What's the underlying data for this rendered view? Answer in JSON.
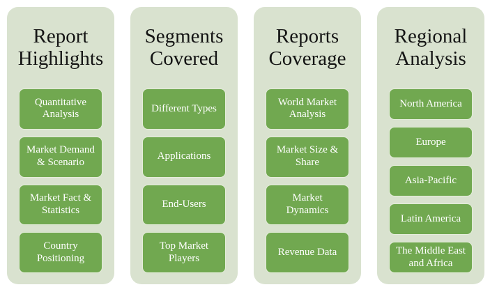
{
  "colors": {
    "page_background": "#ffffff",
    "panel_background": "#d9e2cf",
    "box_fill": "#71a850",
    "box_border": "#e4edda",
    "box_text": "#ffffff",
    "header_text": "#141414"
  },
  "columns": [
    {
      "title": "Report Highlights",
      "items": [
        "Quantitative Analysis",
        "Market Demand & Scenario",
        "Market Fact & Statistics",
        "Country Positioning"
      ]
    },
    {
      "title": "Segments Covered",
      "items": [
        "Different Types",
        "Applications",
        "End-Users",
        "Top Market Players"
      ]
    },
    {
      "title": "Reports Coverage",
      "items": [
        "World Market Analysis",
        "Market Size & Share",
        "Market Dynamics",
        "Revenue Data"
      ]
    },
    {
      "title": "Regional Analysis",
      "items": [
        "North America",
        "Europe",
        "Asia-Pacific",
        "Latin America",
        "The Middle East and Africa"
      ]
    }
  ]
}
